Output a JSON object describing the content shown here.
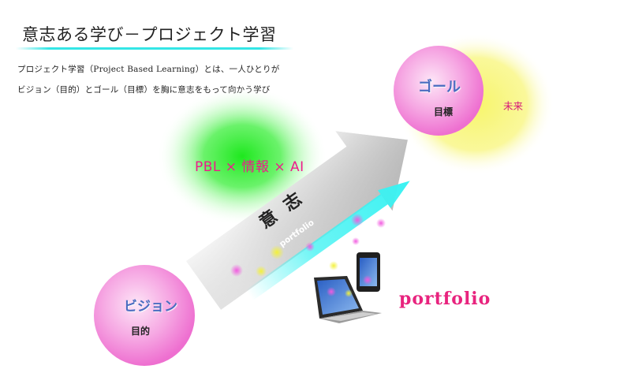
{
  "header": {
    "title": "意志ある学び－プロジェクト学習",
    "description_line1": "プロジェクト学習（Project Based Learning）とは、一人ひとりが",
    "description_line2": "ビジョン（目的）とゴール（目標）を胸に意志をもって向かう学び"
  },
  "goal": {
    "label": "ゴール",
    "sub_label": "目標",
    "future_label": "未来"
  },
  "vision": {
    "label": "ビジョン",
    "sub_label": "目的"
  },
  "center": {
    "pbl_label": "PBL × 情報 × AI"
  },
  "arrow": {
    "will_label": "意 志",
    "ribbon_label": "portfolio"
  },
  "devices": {
    "portfolio_label": "portfolio"
  },
  "colors": {
    "title_underline": "#34e6e6",
    "sphere_pink": "#f07fd6",
    "glow_yellow": "#f7f56a",
    "glow_green": "#2ee82e",
    "ribbon_cyan": "#3af2f2",
    "label_blue": "#4a6cc0",
    "accent_magenta": "#ee1a8c"
  }
}
